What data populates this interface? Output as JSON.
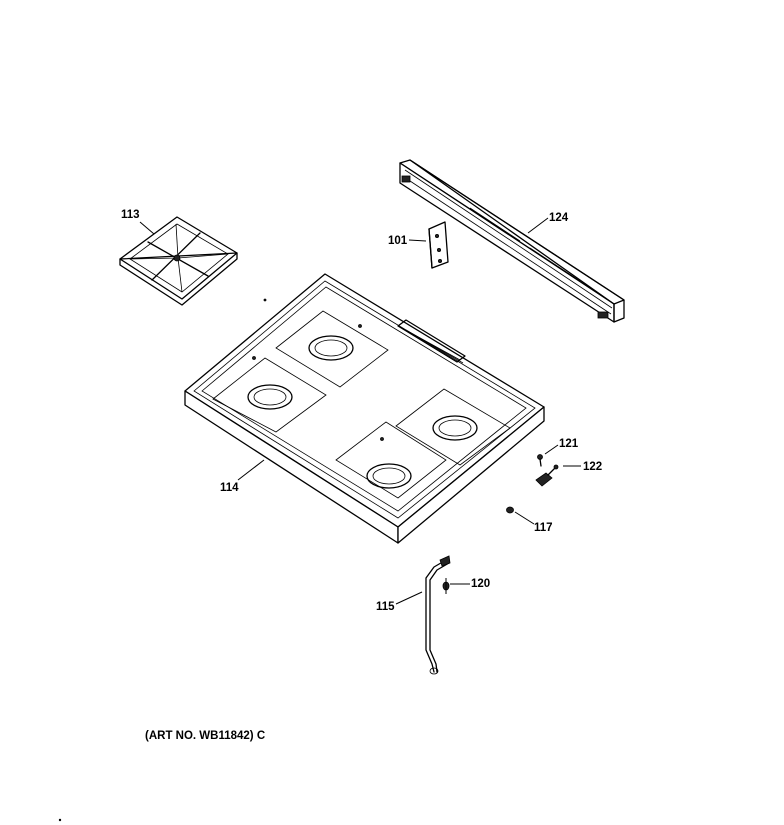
{
  "parts": [
    {
      "number": "113",
      "name": "burner-grate"
    },
    {
      "number": "124",
      "name": "rear-trim-bar"
    },
    {
      "number": "101",
      "name": "bracket"
    },
    {
      "number": "114",
      "name": "cooktop"
    },
    {
      "number": "121",
      "name": "screw"
    },
    {
      "number": "122",
      "name": "clip"
    },
    {
      "number": "117",
      "name": "grommet"
    },
    {
      "number": "120",
      "name": "fastener"
    },
    {
      "number": "115",
      "name": "rod"
    }
  ],
  "art_number": "(ART NO. WB11842) C"
}
